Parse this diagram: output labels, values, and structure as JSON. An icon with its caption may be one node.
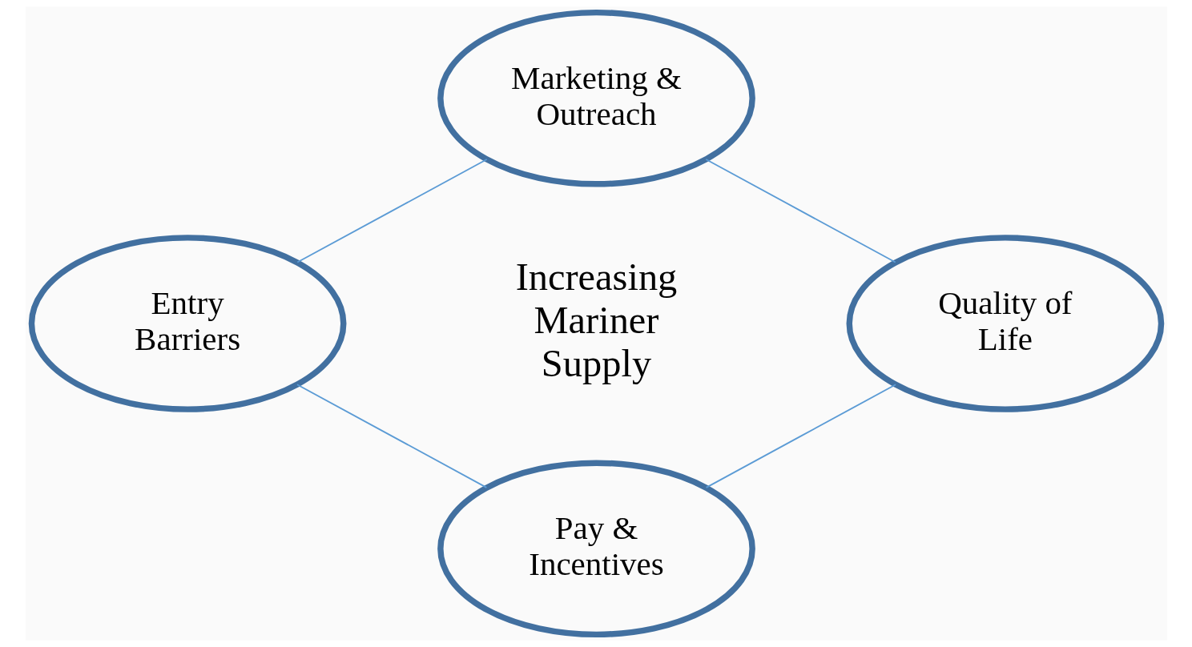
{
  "diagram": {
    "nodes": [
      {
        "text": [
          "Marketing & Outreach"
        ]
      },
      {
        "text": [
          "Entry Barriers"
        ]
      },
      {
        "text": [
          "Quality of Life"
        ]
      },
      {
        "text": [
          "Pay & Incentives"
        ]
      }
    ],
    "edges": [
      {
        "from": 0,
        "to": 1,
        "arrow": "none"
      },
      {
        "from": 0,
        "to": 2,
        "arrow": "none"
      },
      {
        "from": 1,
        "to": 3,
        "arrow": "none"
      },
      {
        "from": 2,
        "to": 3,
        "arrow": "none"
      }
    ],
    "labels": [
      "Increasing Mariner Supply"
    ]
  }
}
